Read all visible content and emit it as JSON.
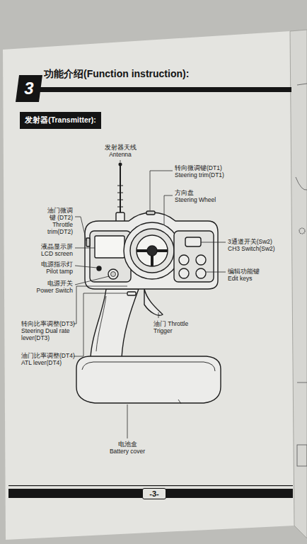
{
  "diagram": {
    "title": "功能介绍(Function instruction):",
    "nodes": [
      {
        "text": [
          "3"
        ]
      },
      {
        "text": [
          "发射器(Transmitter):"
        ]
      },
      {
        "text": [
          "-3-"
        ]
      }
    ],
    "labels": [
      "发射器天线 Antenna",
      "转向微调键(DT1) Steering trim(DT1)",
      "方向盘 Steering Wheel",
      "油门微调键 (DT2) Throttle trim(DT2)",
      "液晶显示屏 LCD screen",
      "电源指示灯 Pilot tamp",
      "电源开关 Power Switch",
      "3通道开关(Sw2) CH3 Switch(Sw2)",
      "编辑功能键 Edit keys",
      "转向比率调整(DT3) Steering Dual rate lever(DT3)",
      "油门比率调整(DT4) ATL lever(DT4)",
      "油门 Throttle Trigger",
      "电池盒 Battery cover"
    ]
  }
}
